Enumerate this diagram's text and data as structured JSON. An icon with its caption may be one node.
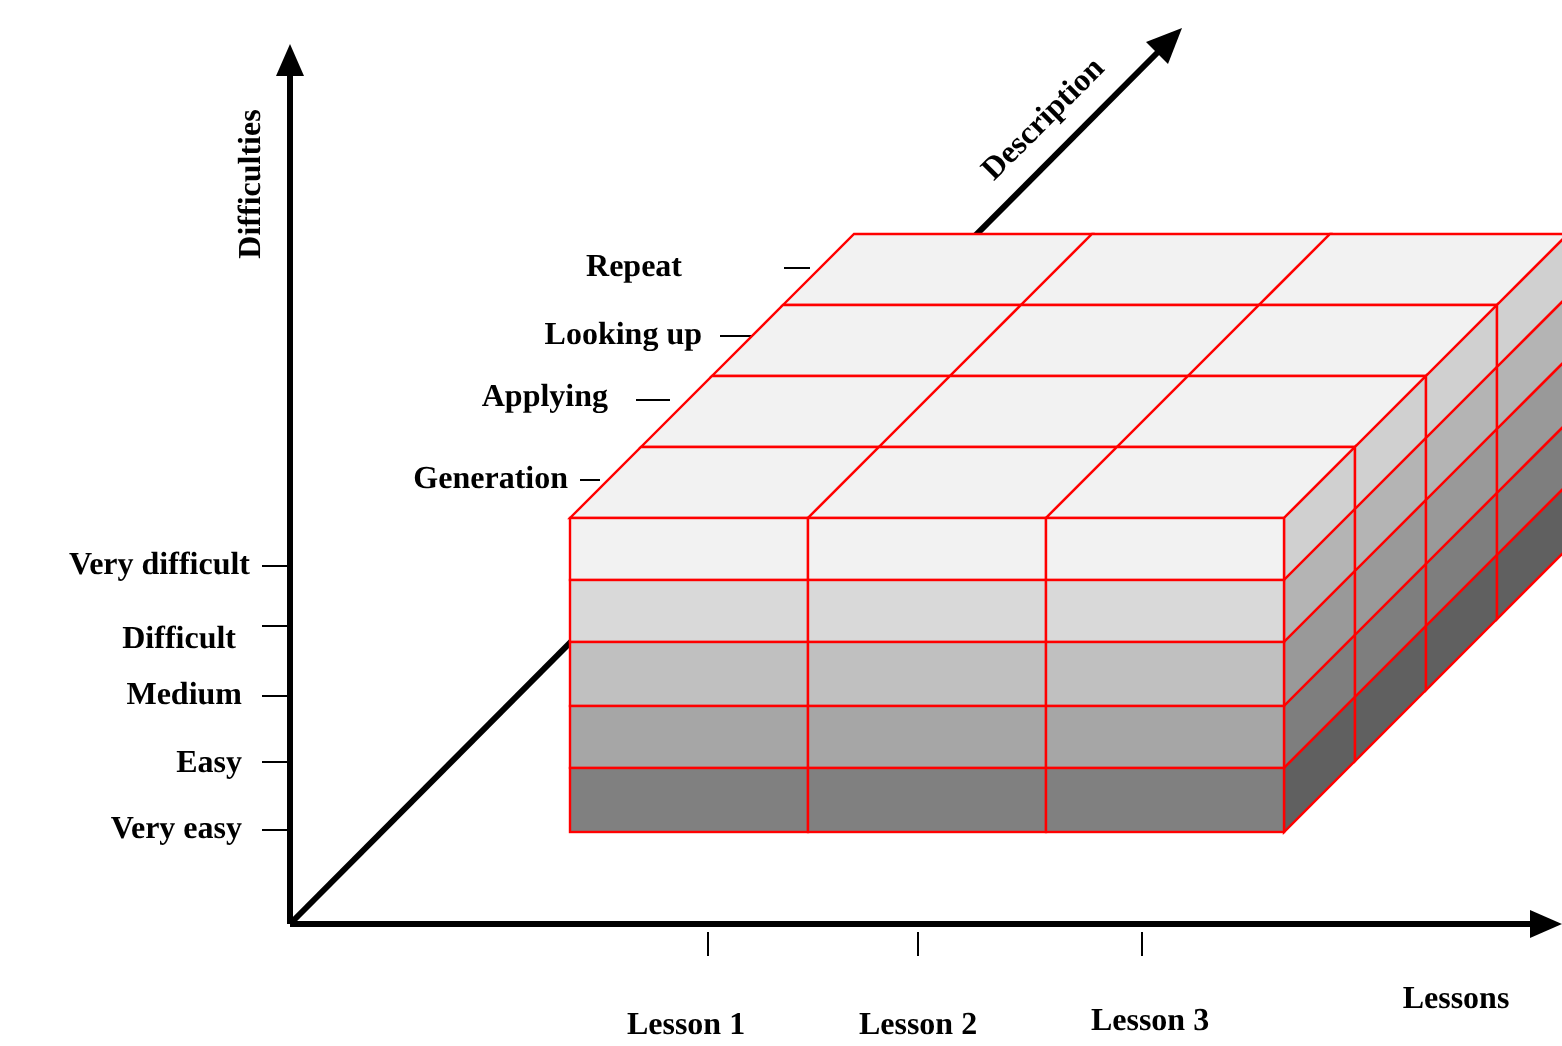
{
  "diagram": {
    "labels": [
      "Description",
      "Difficulties",
      "Repeat",
      "Looking up",
      "Applying",
      "Generation",
      "Very difficult",
      "Difficult",
      "Medium",
      "Easy",
      "Very easy",
      "Lessons",
      "Lesson 1",
      "Lesson 2",
      "Lesson 3"
    ]
  }
}
